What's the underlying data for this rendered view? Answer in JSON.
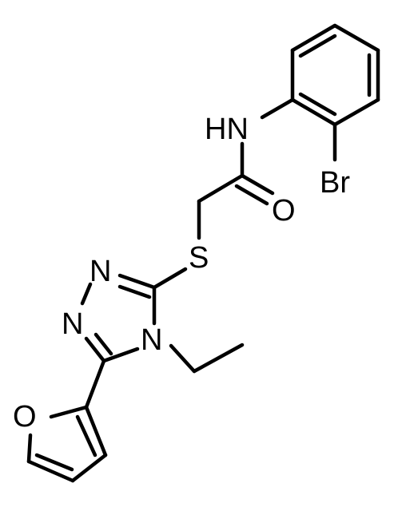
{
  "atoms": {
    "nh": "HN",
    "br": "Br",
    "o_carbonyl": "O",
    "s": "S",
    "n1": "N",
    "n2": "N",
    "n4": "N",
    "o_furan": "O"
  }
}
